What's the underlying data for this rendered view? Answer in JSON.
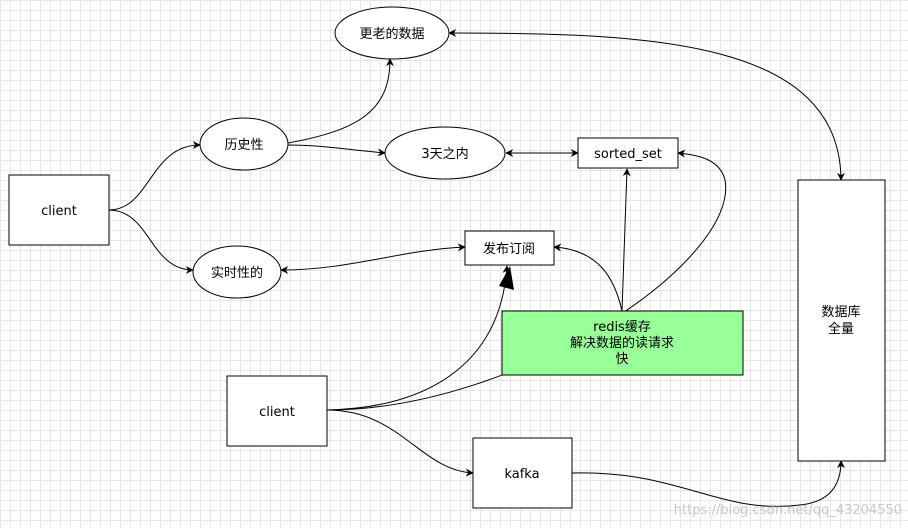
{
  "nodes": {
    "older_data": "更老的数据",
    "history": "历史性",
    "three_days": "3天之内",
    "sorted_set": "sorted_set",
    "client_top": "client",
    "realtime": "实时性的",
    "pubsub": "发布订阅",
    "redis_line1": "redis缓存",
    "redis_line2": "解决数据的读请求",
    "redis_line3": "快",
    "database_line1": "数据库",
    "database_line2": "全量",
    "client_bottom": "client",
    "kafka": "kafka"
  },
  "colors": {
    "redis_fill": "#99ff99",
    "stroke": "#000000",
    "grid": "#e6e6e6"
  },
  "watermark": "https://blog.csdn.net/qq_43204550"
}
